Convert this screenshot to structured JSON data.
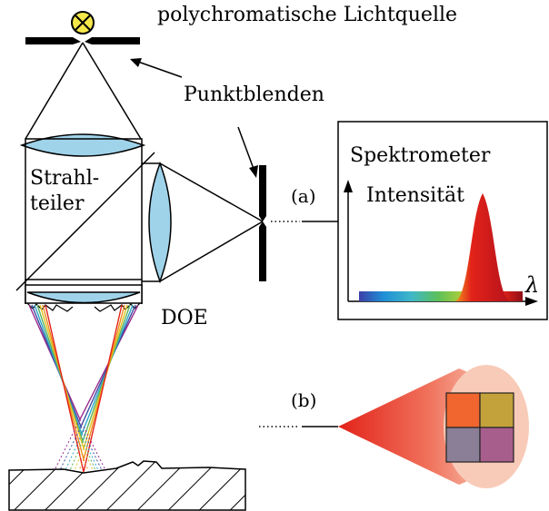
{
  "labels": {
    "light_source": "polychromatische Lichtquelle",
    "pinholes": "Punktblenden",
    "beam_splitter_line1": "Strahl-",
    "beam_splitter_line2": "teiler",
    "doe": "DOE",
    "marker_a": "(a)",
    "marker_b": "(b)"
  },
  "spectrometer": {
    "title": "Spektrometer",
    "y_axis_label": "Intensität",
    "x_axis_label": "λ",
    "spectrum_colors": [
      "#3a3fa8",
      "#1f8fd6",
      "#3fb7c9",
      "#5bc05b",
      "#a6cc3b",
      "#f6d51f",
      "#f39a1c",
      "#e2231a",
      "#b5121b"
    ]
  },
  "colors": {
    "lens_fill": "#9fd3ea",
    "lamp_fill": "#f7e84a",
    "peak_red": "#e2231a",
    "cone_red": "#e2231a",
    "cone_light": "#f7c6b4"
  },
  "camera_grid": {
    "cells": [
      "#f0662e",
      "#c4a23b",
      "#8a7f96",
      "#a85e8d"
    ]
  },
  "ray_colors": [
    "#9b2c8e",
    "#3b4ba0",
    "#2ba6c8",
    "#5bb05b",
    "#e0c21f",
    "#f08a1c",
    "#e2231a"
  ]
}
